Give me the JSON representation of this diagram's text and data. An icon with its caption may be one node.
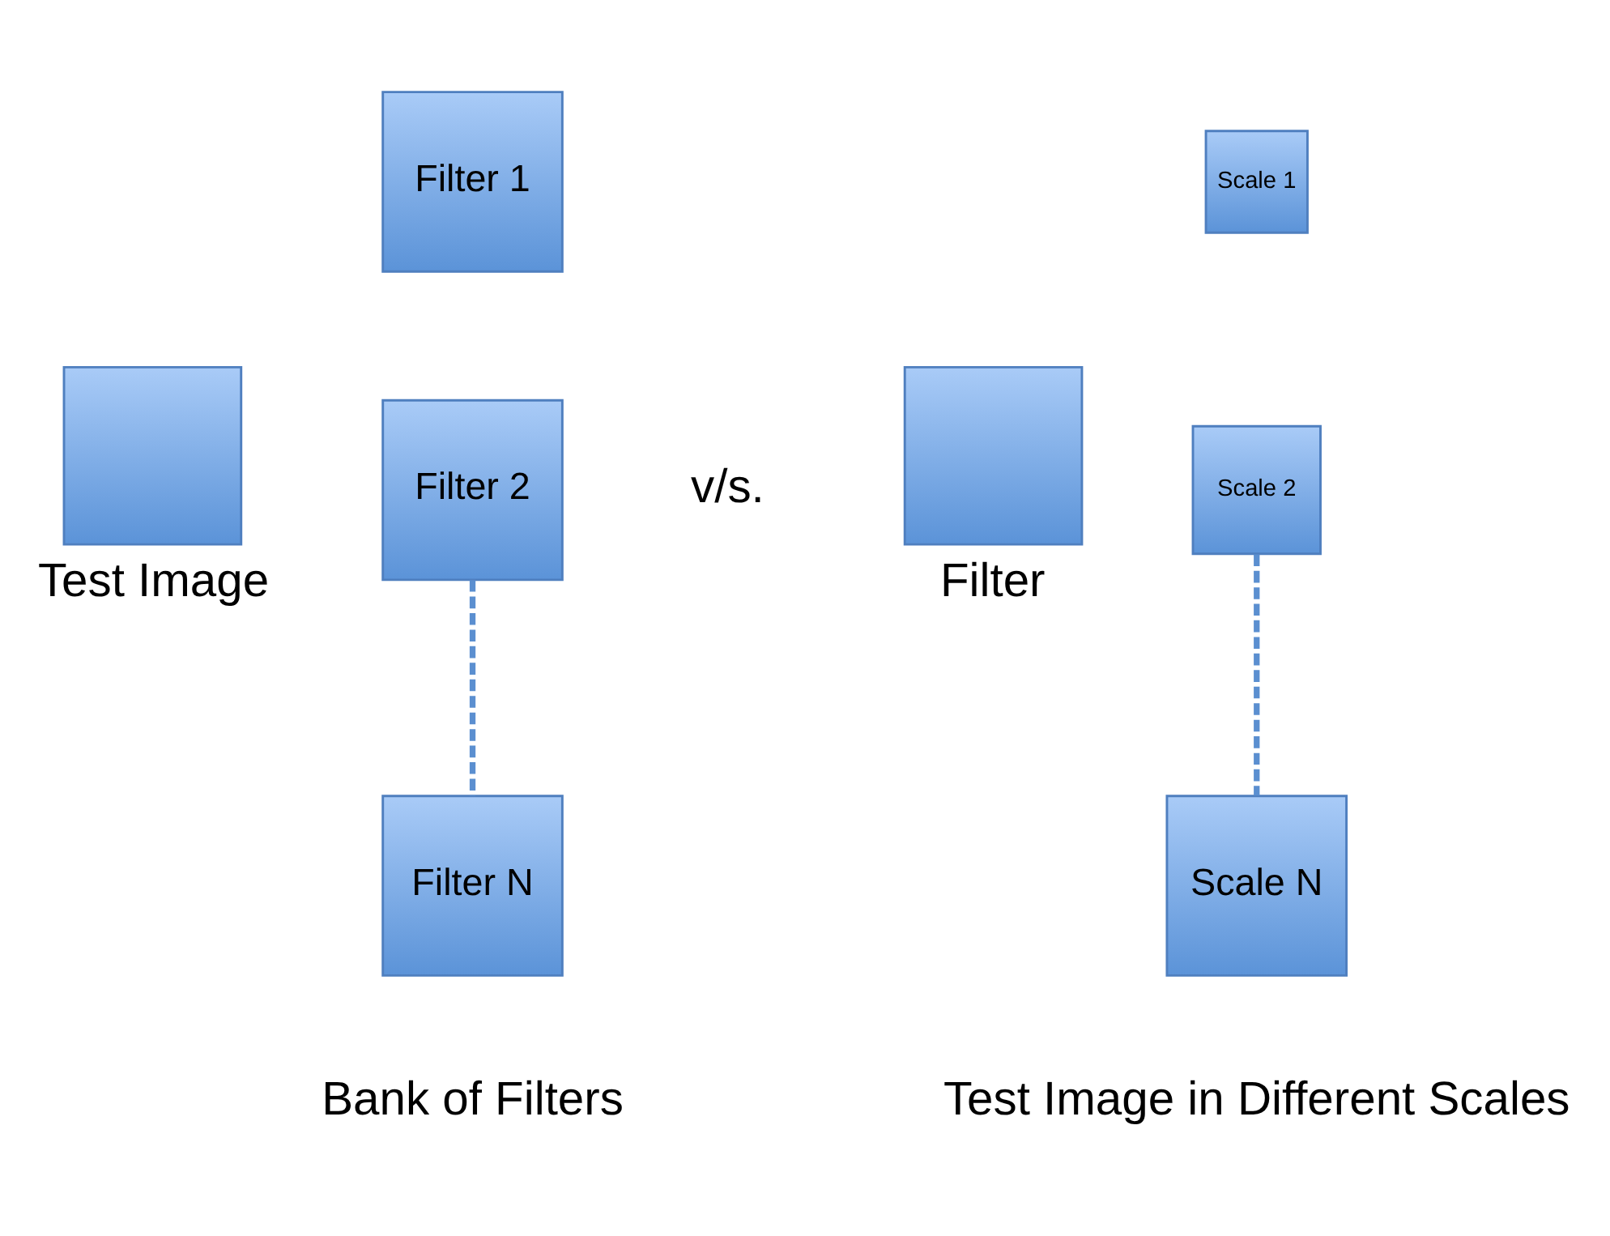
{
  "diagram": {
    "nodes": [
      {
        "text": [],
        "shape": "box",
        "beside": [
          "Test Image"
        ]
      },
      {
        "text": [
          "Filter 1"
        ]
      },
      {
        "text": [
          "Filter 2"
        ]
      },
      {
        "text": [
          "Filter N"
        ]
      },
      {
        "text": [],
        "shape": "box",
        "beside": [
          "Filter"
        ]
      },
      {
        "text": [
          "Scale 1"
        ]
      },
      {
        "text": [
          "Scale 2"
        ]
      },
      {
        "text": [
          "Scale N"
        ]
      }
    ],
    "edges": [
      {
        "from": 2,
        "to": 3,
        "arrow": "none",
        "style": "dashed"
      },
      {
        "from": 6,
        "to": 7,
        "arrow": "none",
        "style": "dashed"
      }
    ],
    "labels": [
      "v/s.",
      "Bank of Filters",
      "Test Image in Different Scales"
    ]
  }
}
